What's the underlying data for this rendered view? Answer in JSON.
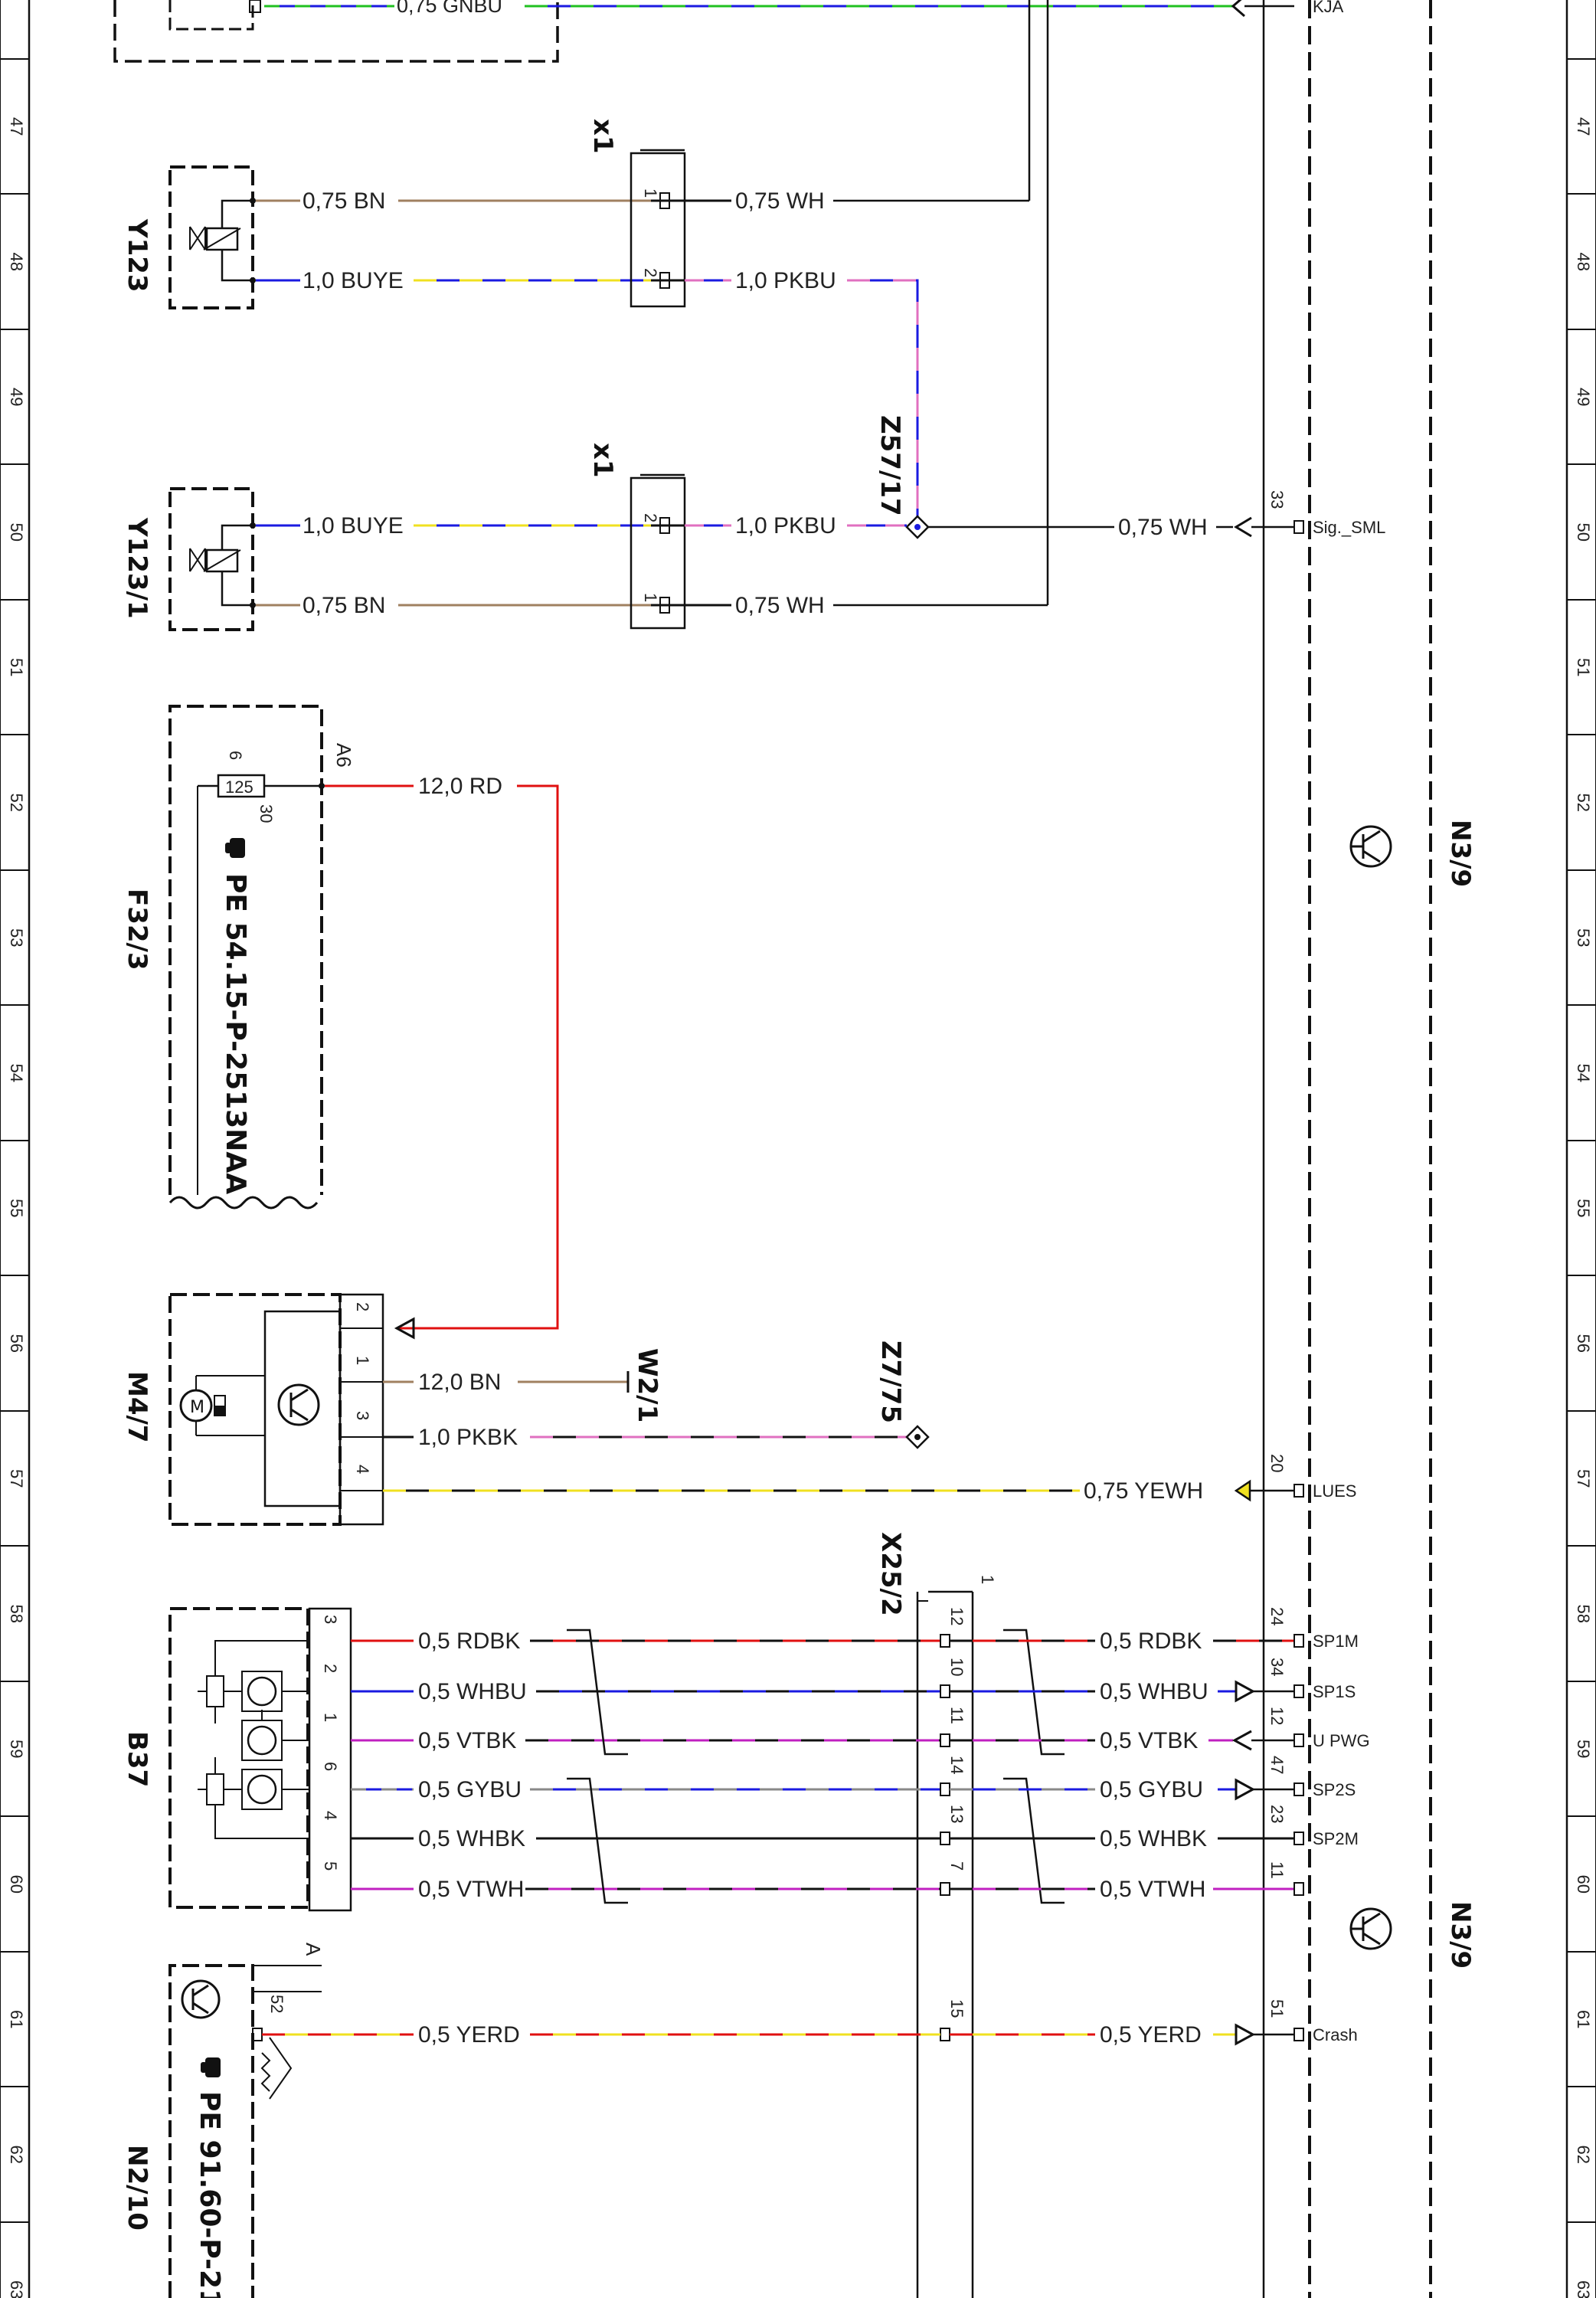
{
  "rulers": {
    "numbers": [
      "47",
      "48",
      "49",
      "50",
      "51",
      "52",
      "53",
      "54",
      "55",
      "56",
      "57",
      "58",
      "59",
      "60",
      "61",
      "62",
      "63"
    ]
  },
  "components": {
    "Y123": "Y123",
    "Y123_1": "Y123/1",
    "F32_3": "F32/3",
    "F32_3_ref": "PE 54.15-P-2513NAA",
    "M4_7": "M4/7",
    "B37": "B37",
    "N2_10": "N2/10",
    "N2_10_ref": "PE 91.60-P-21",
    "N3_9": "N3/9",
    "X25_2": "X25/2",
    "x1": "x1",
    "Z57_17": "Z57/17",
    "Z7_75": "Z7/75",
    "W2_1": "W2/1",
    "fuse_value": "125",
    "fuse_pin_in": "6",
    "fuse_pin_out": "30",
    "fuse_label": "A6",
    "n2_10_conn": "A",
    "x25_2_pin1": "1"
  },
  "wires": {
    "top": "0,75 GNBU",
    "y123_bn": "0,75 BN",
    "y123_buye": "1,0 BUYE",
    "x1a_wh": "0,75 WH",
    "x1a_pkbu": "1,0 PKBU",
    "y1231_buye": "1,0 BUYE",
    "y1231_bn": "0,75 BN",
    "x1b_pkbu": "1,0 PKBU",
    "x1b_wh": "0,75 WH",
    "sig_wh": "0,75 WH",
    "rd12": "12,0 RD",
    "bn12": "12,0 BN",
    "pkbk": "1,0 PKBK",
    "yewh": "0,75 YEWH",
    "rdbk_l": "0,5 RDBK",
    "whbu_l": "0,5 WHBU",
    "vtbk_l": "0,5 VTBK",
    "gybu_l": "0,5 GYBU",
    "whbk_l": "0,5 WHBK",
    "vtwh_l": "0,5 VTWH",
    "rdbk_r": "0,5 RDBK",
    "whbu_r": "0,5 WHBU",
    "vtbk_r": "0,5 VTBK",
    "gybu_r": "0,5 GYBU",
    "whbk_r": "0,5 WHBK",
    "vtwh_r": "0,5 VTWH",
    "yerd_l": "0,5 YERD",
    "yerd_r": "0,5 YERD"
  },
  "signals": {
    "kja": "KJA",
    "sig_sml": "Sig._SML",
    "lues": "LUES",
    "sp1m": "SP1M",
    "sp1s": "SP1S",
    "upwg": "U PWG",
    "sp2s": "SP2S",
    "sp2m": "SP2M",
    "crash": "Crash"
  },
  "pins": {
    "y123_x1_1": "1",
    "y123_x1_2": "2",
    "y1231_x1_2": "2",
    "y1231_x1_1": "1",
    "n3_33": "33",
    "m47_2": "2",
    "m47_1": "1",
    "m47_3": "3",
    "m47_4": "4",
    "n3_20": "20",
    "b37_3": "3",
    "b37_2": "2",
    "b37_1": "1",
    "b37_6": "6",
    "b37_4": "4",
    "b37_5": "5",
    "x25_12": "12",
    "x25_10": "10",
    "x25_11": "11",
    "x25_14": "14",
    "x25_13": "13",
    "x25_7": "7",
    "x25_15": "15",
    "n3_24": "24",
    "n3_34": "34",
    "n3_12": "12",
    "n3_47": "47",
    "n3_23": "23",
    "n3_11": "11",
    "n3_51": "51",
    "n2_52": "52"
  },
  "colors": {
    "brown": "#a08060",
    "red": "#e01010",
    "blue": "#1a1ae0",
    "yellow": "#f0e020",
    "pink": "#e070c0",
    "violet": "#c020c0",
    "green": "#20c020",
    "gray": "#888888",
    "black": "#111111"
  }
}
